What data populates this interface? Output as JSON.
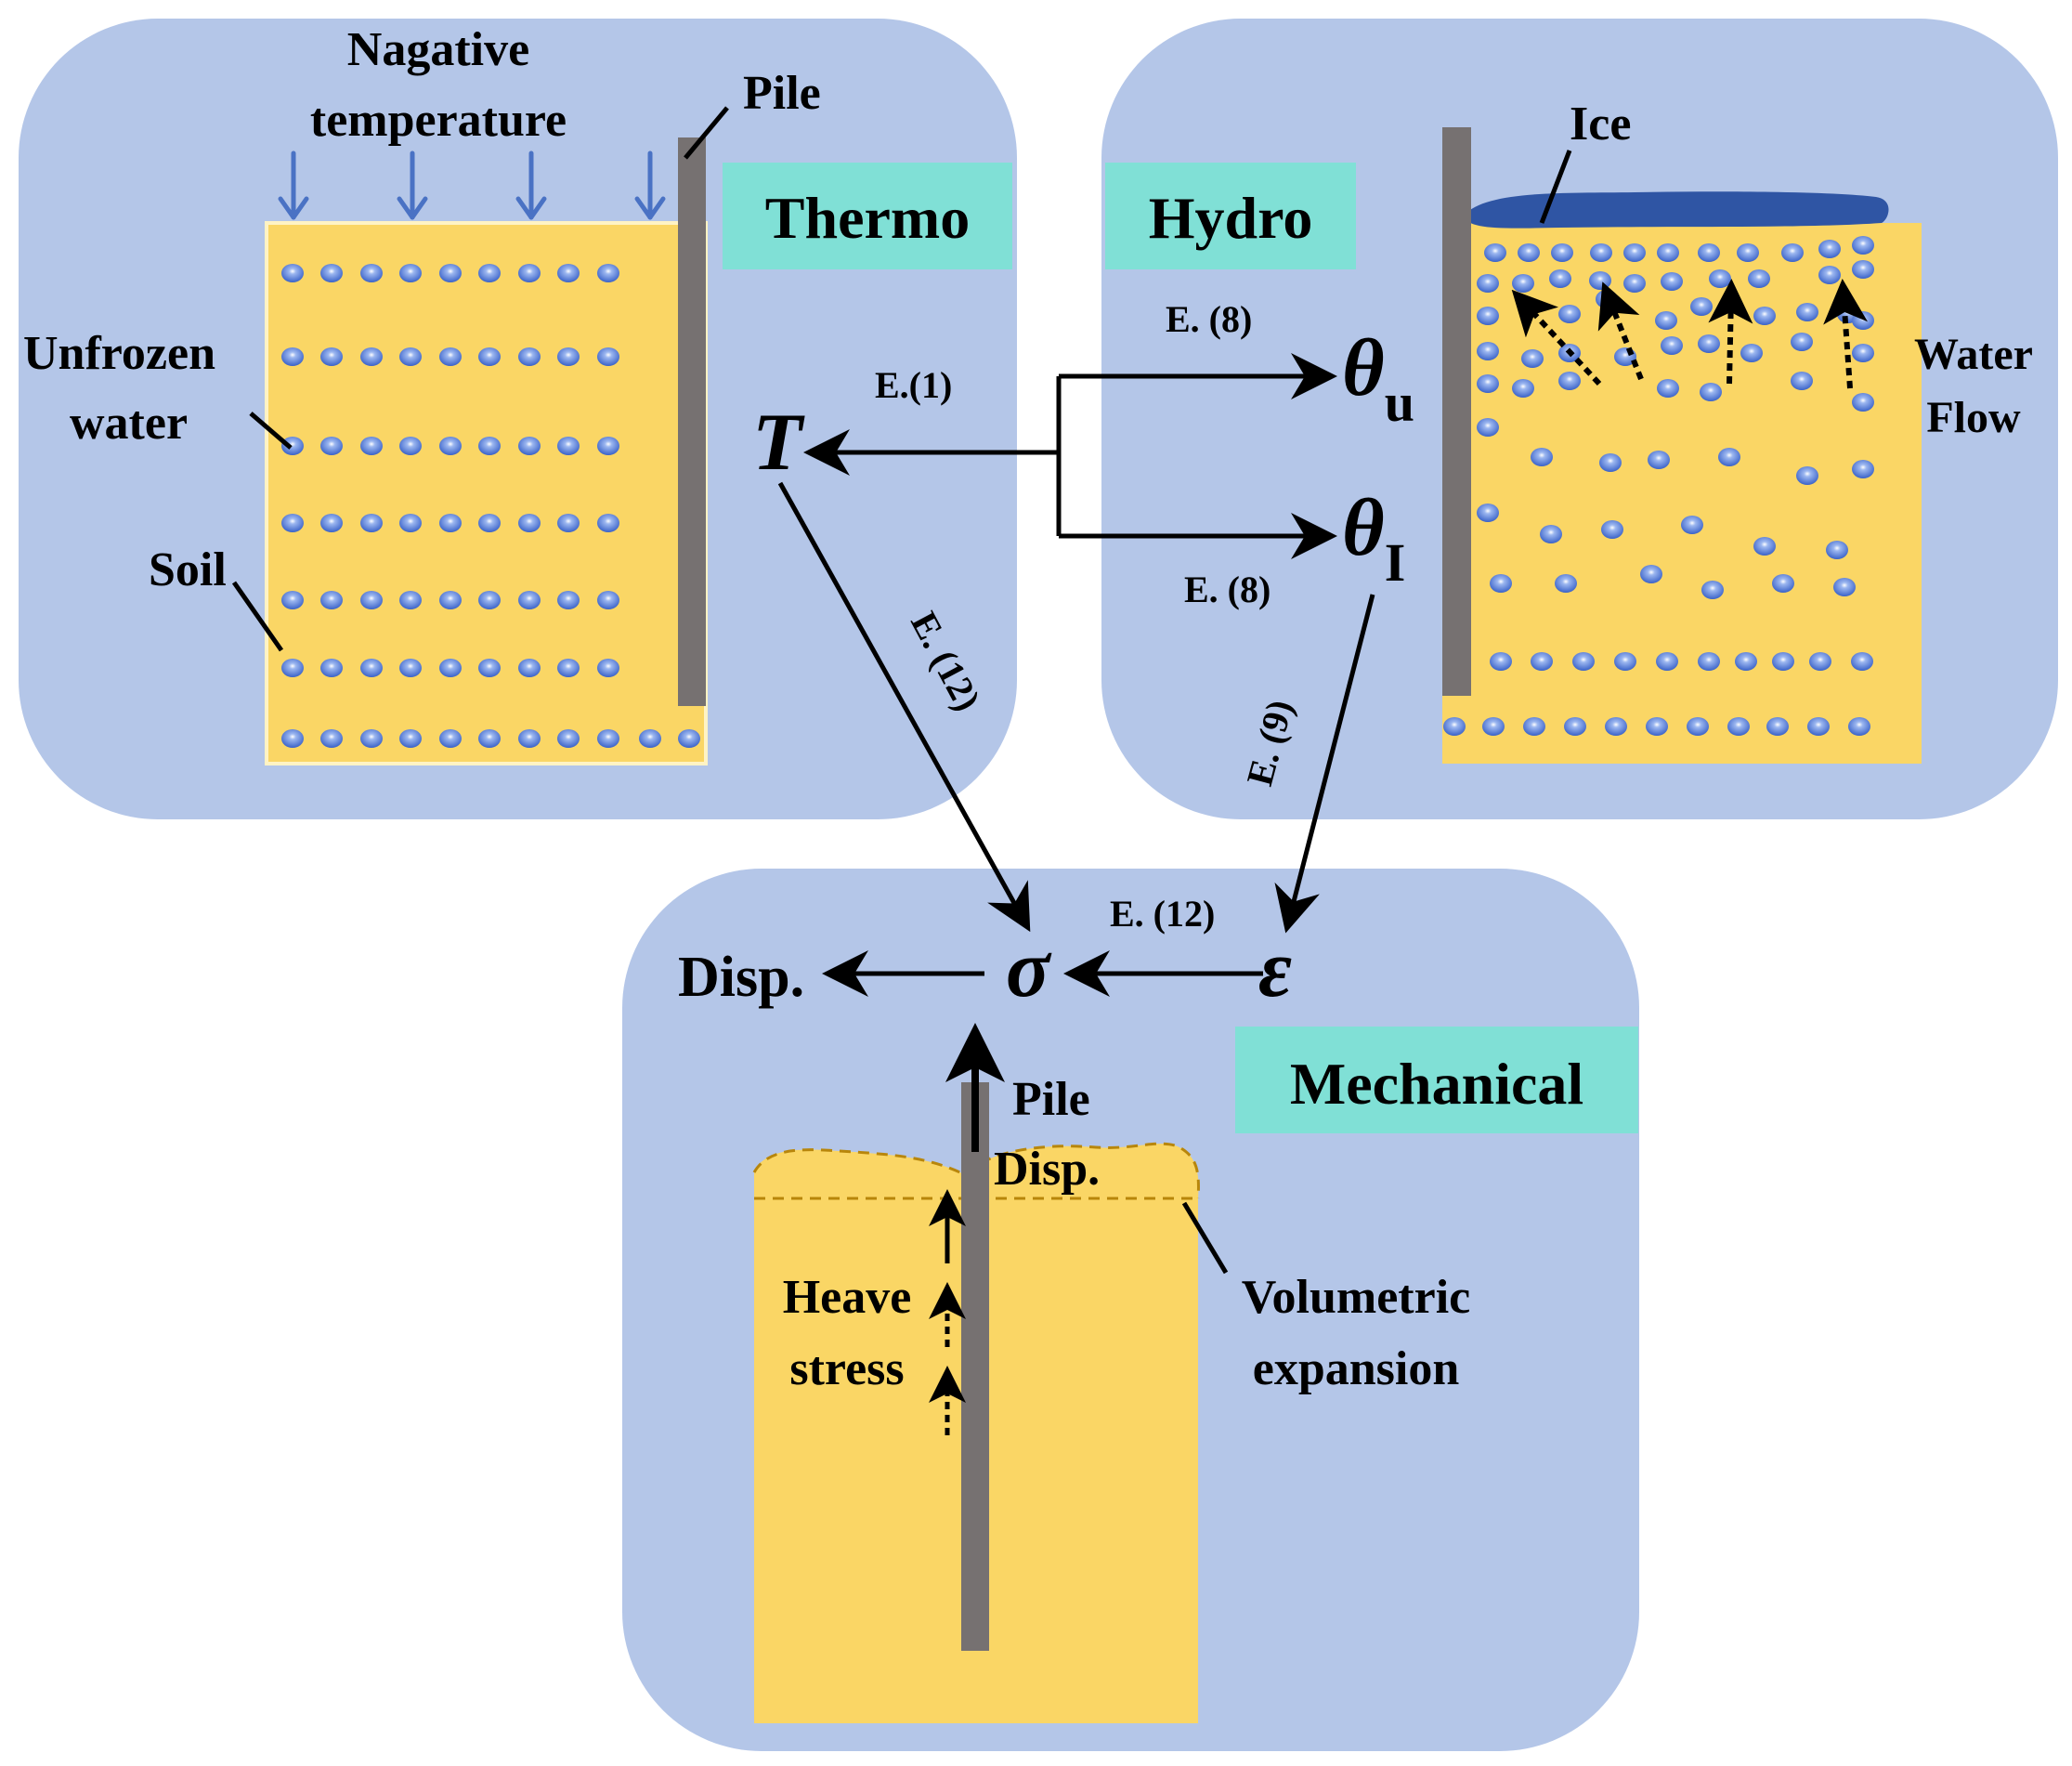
{
  "panels": {
    "thermo": {
      "label": "Thermo"
    },
    "hydro": {
      "label": "Hydro"
    },
    "mechanical": {
      "label": "Mechanical"
    }
  },
  "thermo_panel": {
    "negative_temp_line1": "Nagative",
    "negative_temp_line2": "temperature",
    "pile_label": "Pile",
    "unfrozen_line1": "Unfrozen",
    "unfrozen_line2": "water",
    "soil_label": "Soil"
  },
  "hydro_panel": {
    "ice_label": "Ice",
    "water_flow_line1": "Water",
    "water_flow_line2": "Flow"
  },
  "mechanical_panel": {
    "pile_disp_line1": "Pile",
    "pile_disp_line2": "Disp.",
    "heave_line1": "Heave",
    "heave_line2": "stress",
    "volumetric_line1": "Volumetric",
    "volumetric_line2": "expansion"
  },
  "variables": {
    "T": "T",
    "theta": "θ",
    "theta_u_sub": "u",
    "theta_i_sub": "I",
    "sigma": "σ",
    "epsilon": "ε",
    "disp": "Disp."
  },
  "equations": {
    "e1": "E.(1)",
    "e8_top": "E. (8)",
    "e8_bottom": "E. (8)",
    "e9": "E. (9)",
    "e12_diag": "E. (12)",
    "e12_horiz": "E. (12)"
  },
  "colors": {
    "panel_bg": "#b4c6e8",
    "label_bg": "#80e0d6",
    "soil": "#fad665",
    "soil_border": "#fff3c4",
    "pile": "#767171",
    "ice": "#2f55a4",
    "dot": "#4470d2",
    "neg_temp_arrow": "#4a72c4",
    "dashed_line": "#b8860b"
  }
}
